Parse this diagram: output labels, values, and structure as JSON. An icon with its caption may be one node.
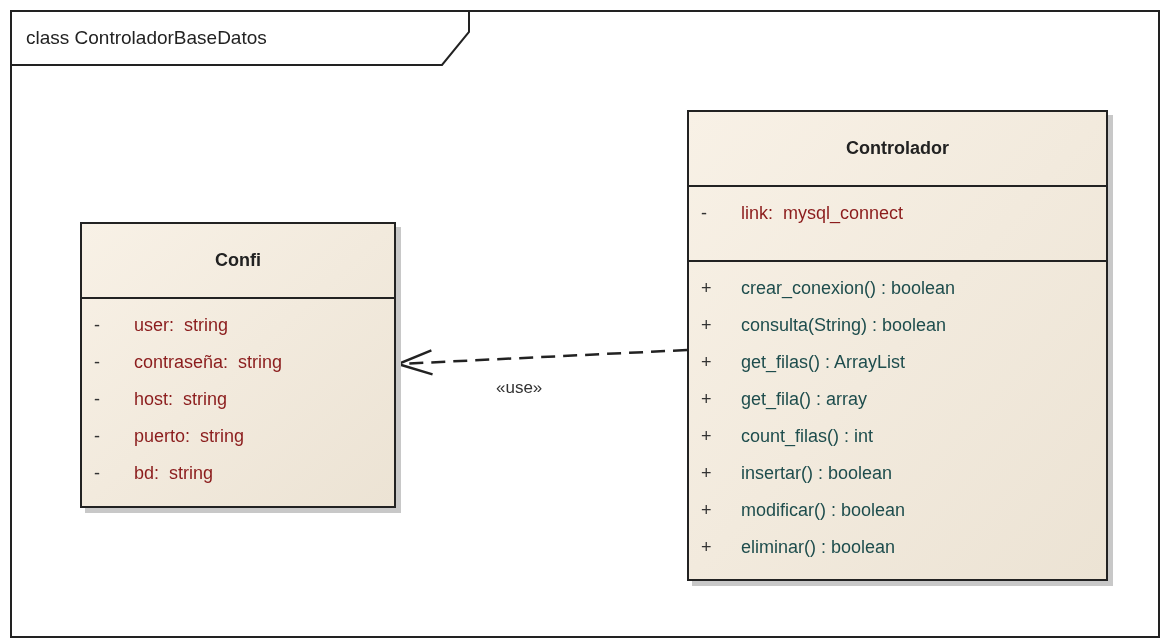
{
  "diagram": {
    "nodes": [
      {
        "text": [
          "class ControladorBaseDatos"
        ]
      },
      {
        "text": [
          "Confi",
          "-",
          "user:  string",
          "-",
          "contraseña:  string",
          "-",
          "host:  string",
          "-",
          "puerto:  string",
          "-",
          "bd:  string"
        ],
        "in": 0
      },
      {
        "text": [
          "Controlador",
          "-",
          "link:  mysql_connect",
          "+",
          "crear_conexion() : boolean",
          "+",
          "consulta(String) : boolean",
          "+",
          "get_filas() : ArrayList",
          "+",
          "get_fila() : array",
          "+",
          "count_filas() : int",
          "+",
          "insertar() : boolean",
          "+",
          "modificar() : boolean",
          "+",
          "eliminar() : boolean"
        ],
        "in": 0
      }
    ],
    "edges": [
      {
        "from": 2,
        "to": 1,
        "arrow": "to",
        "style": "dashed",
        "label": "«use»"
      }
    ]
  }
}
